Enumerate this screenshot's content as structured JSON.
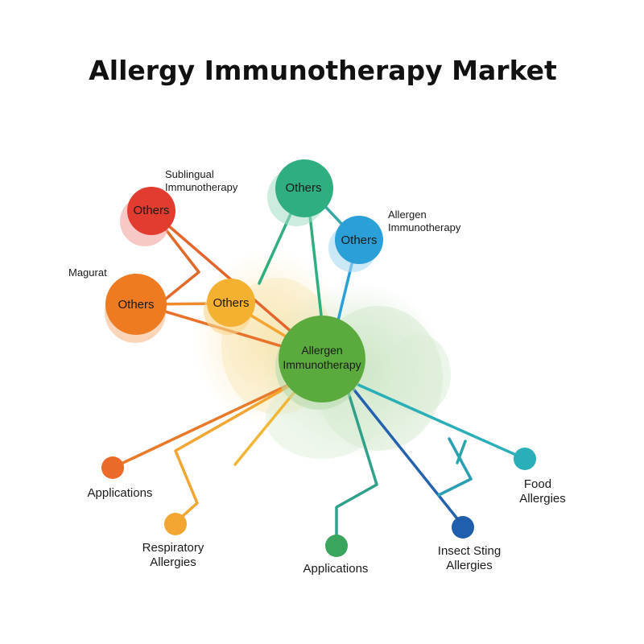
{
  "title": "Allergy Immunotherapy Market",
  "hub": {
    "line1": "Allergen",
    "line2": "Immunotherapy"
  },
  "nodes": {
    "top_others": "Others",
    "red_others": "Others",
    "blue_others": "Others",
    "orange_others": "Others",
    "yellow_others": "Others"
  },
  "labels": {
    "sublingual": {
      "line1": "Sublingual",
      "line2": "Immunotherapy"
    },
    "allergen": {
      "line1": "Allergen",
      "line2": "Immunotherapy"
    },
    "magurat": "Magurat",
    "applications_left": "Applications",
    "respiratory": {
      "line1": "Respiratory",
      "line2": "Allergies"
    },
    "applications_bottom": "Applications",
    "insect": {
      "line1": "Insect Sting",
      "line2": "Allergies"
    },
    "food": {
      "line1": "Food",
      "line2": "Allergies"
    }
  },
  "colors": {
    "hub": "#5aaa3e",
    "top": "#2fae80",
    "red": "#e23b2f",
    "blue": "#2a9fd8",
    "orange": "#ee7a22",
    "yellow": "#f4b030",
    "left_dot": "#ea6a2a",
    "resp_dot": "#f2a531",
    "app_dot": "#3aa55c",
    "insect_dot": "#1f5fae",
    "food_dot": "#2aaeb8"
  }
}
